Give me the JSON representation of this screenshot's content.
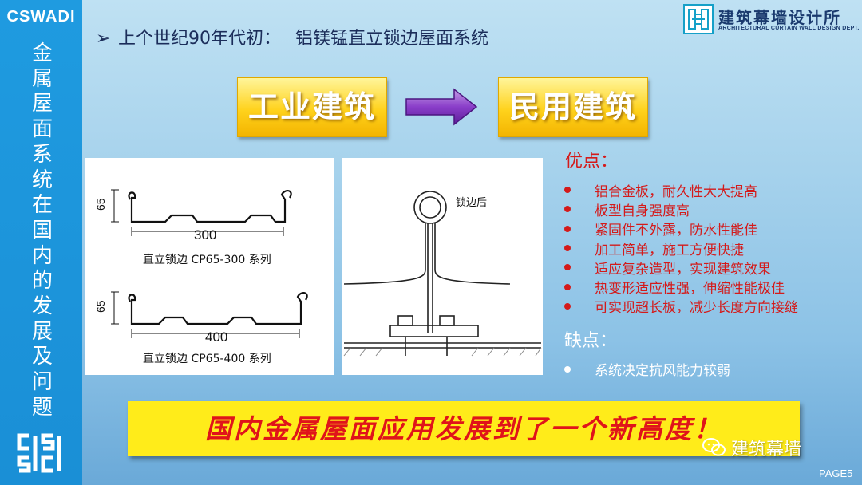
{
  "sidebar": {
    "brand_code": "CSWADI",
    "vertical_title": [
      "金",
      "属",
      "屋",
      "面",
      "系",
      "统",
      "在",
      "国",
      "内",
      "的",
      "发",
      "展",
      "及",
      "问",
      "题"
    ]
  },
  "header": {
    "org_name": "建筑幕墙设计所",
    "org_name_en": "ARCHITECTURAL CURTAIN WALL DESIGN DEPT."
  },
  "headline": {
    "bullet": "➢",
    "prefix": "上个世纪90年代初：",
    "subject": "铝镁锰直立锁边屋面系统"
  },
  "transition": {
    "from": "工业建筑",
    "to": "民用建筑"
  },
  "profiles": [
    {
      "height": "65",
      "width": "300",
      "caption": "直立锁边 CP65-300 系列"
    },
    {
      "height": "65",
      "width": "400",
      "caption": "直立锁边 CP65-400 系列"
    }
  ],
  "seam_label": "锁边后",
  "advantages": {
    "title": "优点：",
    "items": [
      "铝合金板，耐久性大大提高",
      "板型自身强度高",
      "紧固件不外露，防水性能佳",
      "加工简单，施工方便快捷",
      "适应复杂造型，实现建筑效果",
      "热变形适应性强，伸缩性能极佳",
      "可实现超长板，减少长度方向接缝"
    ]
  },
  "disadvantages": {
    "title": "缺点：",
    "items": [
      "系统决定抗风能力较弱"
    ]
  },
  "banner": "国内金属屋面应用发展到了一个新高度！",
  "watermark": "建筑幕墙",
  "page_number": "PAGE5",
  "colors": {
    "sidebar": "#1f9be0",
    "advantage_text": "#d41a1a",
    "banner_bg": "#ffec1a",
    "banner_text": "#e0141a"
  }
}
